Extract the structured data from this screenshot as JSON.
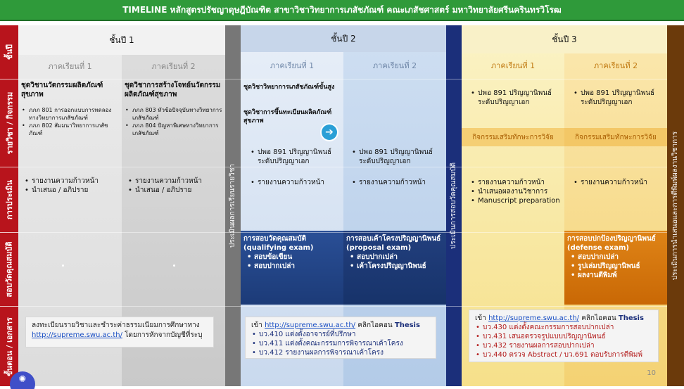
{
  "title": "TIMELINE หลักสูตรปรัชญาดุษฎีบัณฑิต สาขาวิชาวิทยาการเภสัชภัณฑ์ คณะเภสัชศาสตร์ มหาวิทยาลัยศรีนครินทรวิโรฒ",
  "row_labels": {
    "year": "ชั้นปี",
    "courses": "รายวิชา / กิจกรรม",
    "assessment": "การประเมิน",
    "exam": "สอบวัดคุณสมบัติ",
    "steps": "ขั้นตอน / เอกสาร"
  },
  "years": [
    "ชั้นปี 1",
    "ชั้นปี 2",
    "ชั้นปี 3"
  ],
  "semesters": [
    "ภาคเรียนที่ 1",
    "ภาคเรียนที่ 2",
    "ภาคเรียนที่ 1",
    "ภาคเรียนที่ 2",
    "ภาคเรียนที่ 1",
    "ภาคเรียนที่ 2"
  ],
  "y1s1": {
    "course_title": "ชุดวิชานวัตกรรมผลิตภัณฑ์สุขภาพ",
    "course_items": [
      "ภภภ 801 การออกแบบการทดลองทางวิทยาการเภสัชภัณฑ์",
      "ภภภ 802 สัมมนาวิทยาการเภสัชภัณฑ์"
    ],
    "assess_items": [
      "รายงานความก้าวหน้า",
      "นำเสนอ / อภิปราย"
    ]
  },
  "y1s2": {
    "course_title": "ชุดวิชาการสร้างโจทย์นวัตกรรมผลิตภัณฑ์สุขภาพ",
    "course_items": [
      "ภภภ 803 หัวข้อปัจจุบันทางวิทยาการเภสัชภัณฑ์",
      "ภภภ 804 ปัญหาพิเศษทางวิทยาการเภสัชภัณฑ์"
    ],
    "assess_items": [
      "รายงานความก้าวหน้า",
      "นำเสนอ / อภิปราย"
    ]
  },
  "y1_vbar": "ประเมินผลการเรียนรายวิชา",
  "y2s1": {
    "course_title_1": "ชุดวิชาวิทยาการเภสัชภัณฑ์ขั้นสูง",
    "course_title_2": "ชุดวิชาการขึ้นทะเบียนผลิตภัณฑ์สุขภาพ",
    "thesis_item": "ปพอ 891 ปริญญานิพนธ์ระดับปริญญาเอก",
    "assess_item": "รายงานความก้าวหน้า",
    "exam_title": "การสอบวัดคุณสมบัติ (qualifying exam)",
    "exam_items": [
      "สอบข้อเขียน",
      "สอบปากเปล่า"
    ]
  },
  "y2s2": {
    "thesis_item": "ปพอ 891 ปริญญานิพนธ์ระดับปริญญาเอก",
    "assess_item": "รายงานความก้าวหน้า",
    "exam_title": "การสอบเค้าโครงปริญญานิพนธ์ (proposal exam)",
    "exam_items": [
      "สอบปากเปล่า",
      "เค้าโครงปริญญานิพนธ์"
    ]
  },
  "y2_vbar": "ประเมินการสอบวัดคุณสมบัติ",
  "y3s1": {
    "thesis_item": "ปพอ 891 ปริญญานิพนธ์ระดับปริญญาเอก",
    "activity": "กิจกรรมเสริมทักษะการวิจัย",
    "assess_items": [
      "รายงานความก้าวหน้า",
      "นำเสนอผลงานวิชาการ",
      "Manuscript preparation"
    ]
  },
  "y3s2": {
    "thesis_item": "ปพอ 891 ปริญญานิพนธ์ระดับปริญญาเอก",
    "activity": "กิจกรรมเสริมทักษะการวิจัย",
    "assess_item": "รายงานความก้าวหน้า",
    "exam_title": "การสอบปกป้องปริญญานิพนธ์ (defense exam)",
    "exam_items": [
      "สอบปากเปล่า",
      "รูปเล่มปริญญานิพนธ์",
      "ผลงานตีพิมพ์"
    ]
  },
  "y3_vbar": "ประเมินการนำเสนอและการตีพิมพ์ผลงานวิชาการ",
  "card1": {
    "text_1": "ลงทะเบียนรายวิชาและชำระค่าธรรมเนียมการศึกษาทาง",
    "link": "http://supreme.swu.ac.th/",
    "text_2": "โดยการหักจากบัญชีที่ระบุ"
  },
  "card2": {
    "prefix": "เข้า",
    "link": "http://supreme.swu.ac.th/",
    "middle": "คลิกไอคอน",
    "bold": "Thesis",
    "items": [
      "บว.410 แต่งตั้งอาจารย์ที่ปรึกษา",
      "บว.411 แต่งตั้งคณะกรรมการพิจารณาเค้าโครง",
      "บว.412 รายงานผลการพิจารณาเค้าโครง"
    ]
  },
  "card3": {
    "prefix": "เข้า",
    "link": "http://supreme.swu.ac.th/",
    "middle": "คลิกไอคอน",
    "bold": "Thesis",
    "items": [
      "บว.430 แต่งตั้งคณะกรรมการสอบปากเปล่า",
      "บว.431 เสนอตรวจรูปแบบปริญญานิพนธ์",
      "บว.432 รายงานผลการสอบปากเปล่า",
      "บว.440 ตรวจ Abstract / บว.691 ตอบรับการตีพิมพ์"
    ]
  },
  "page_number": "10",
  "icons": {
    "next": "arrow-right-icon",
    "logo": "gear-logo-icon"
  },
  "colors": {
    "header_green": "#2f9a3a",
    "row_label_red": "#b8141c",
    "year2_blue": "#dbe7f5",
    "exam_navy": "#1d3f82",
    "year3_yellow": "#fbeeb0",
    "exam_orange": "#d8770e"
  }
}
